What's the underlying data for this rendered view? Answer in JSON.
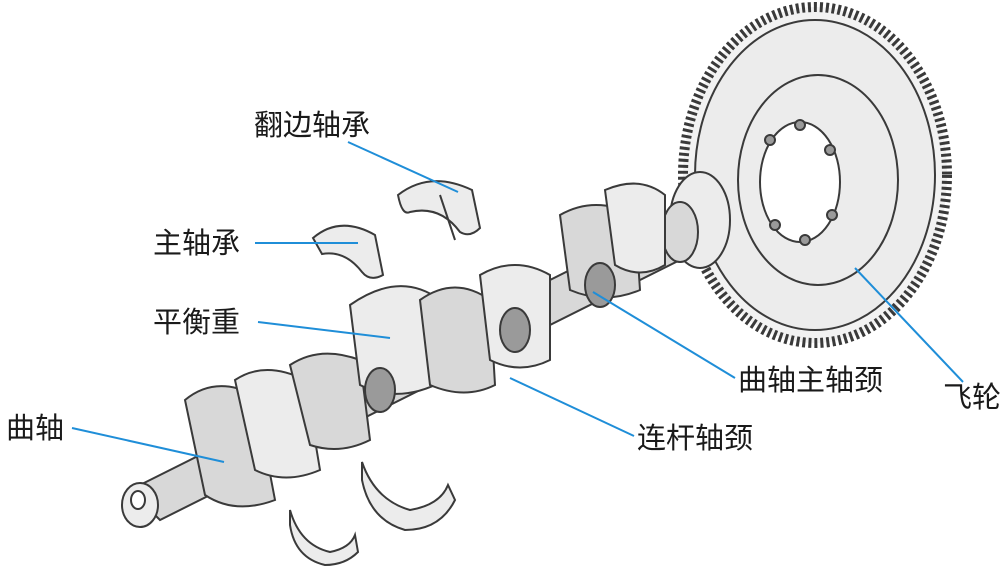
{
  "labels": {
    "flange_bearing": "翻边轴承",
    "main_bearing": "主轴承",
    "counterweight": "平衡重",
    "crankshaft": "曲轴",
    "main_journal": "曲轴主轴颈",
    "rod_journal": "连杆轴颈",
    "flywheel": "飞轮"
  },
  "colors": {
    "leader_line": "#1f8ed8",
    "part_fill": "#d8d8d8",
    "outline": "#3a3a3a"
  }
}
